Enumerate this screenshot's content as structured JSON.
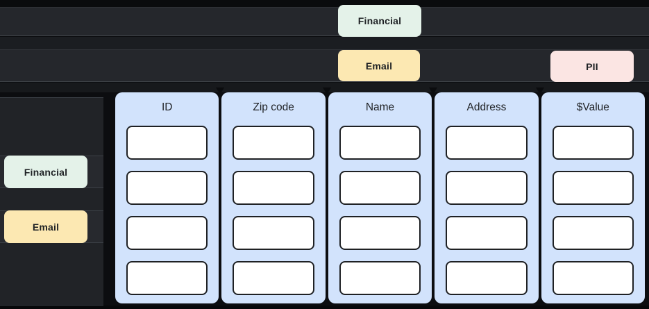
{
  "colors": {
    "background": "#0c0d10",
    "track": "#25272c",
    "panel": "#212327",
    "table_column_bg": "#d2e3fc",
    "cell_bg": "#ffffff",
    "cell_border": "#1f2124",
    "badge_financial_bg": "#e4f2e9",
    "badge_email_bg": "#fce8b2",
    "badge_pii_bg": "#fbe5e3",
    "text_dark": "#1e2124"
  },
  "top_tracks": {
    "track1": {
      "badges": [
        {
          "id": "financial",
          "label": "Financial"
        }
      ]
    },
    "track2": {
      "badges": [
        {
          "id": "email",
          "label": "Email"
        },
        {
          "id": "pii",
          "label": "PII"
        }
      ]
    }
  },
  "sidebar": {
    "badges": [
      {
        "id": "financial",
        "label": "Financial"
      },
      {
        "id": "email",
        "label": "Email"
      }
    ]
  },
  "table": {
    "columns": [
      {
        "header": "ID",
        "cells": [
          "",
          "",
          "",
          ""
        ]
      },
      {
        "header": "Zip code",
        "cells": [
          "",
          "",
          "",
          ""
        ]
      },
      {
        "header": "Name",
        "cells": [
          "",
          "",
          "",
          ""
        ]
      },
      {
        "header": "Address",
        "cells": [
          "",
          "",
          "",
          ""
        ]
      },
      {
        "header": "$Value",
        "cells": [
          "",
          "",
          "",
          ""
        ]
      }
    ],
    "rows_per_column": 4
  }
}
